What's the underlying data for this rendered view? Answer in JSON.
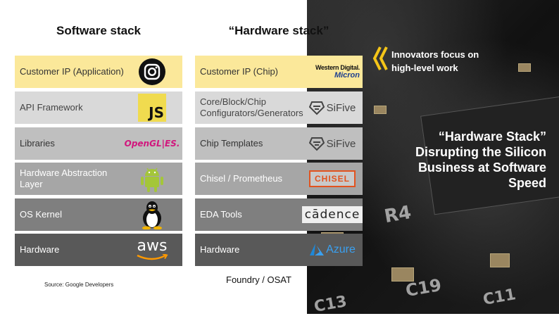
{
  "software": {
    "title": "Software stack",
    "rows": [
      {
        "label": "Customer IP (Application)",
        "logo": "instagram-icon"
      },
      {
        "label": "API Framework",
        "logo": "javascript-logo",
        "logo_text": "JS"
      },
      {
        "label": "Libraries",
        "logo": "opengl-es-logo",
        "logo_text": "OpenGL|ES."
      },
      {
        "label": "Hardware Abstraction Layer",
        "logo": "android-icon"
      },
      {
        "label": "OS Kernel",
        "logo": "linux-tux-icon"
      },
      {
        "label": "Hardware",
        "logo": "aws-logo",
        "logo_text": "aws"
      }
    ],
    "source": "Source: Google Developers"
  },
  "hardware": {
    "title": "“Hardware stack”",
    "rows": [
      {
        "label": "Customer IP (Chip)",
        "logo": "western-digital-micron-logo",
        "logo_text_1": "Western Digital.",
        "logo_text_2": "Micron"
      },
      {
        "label": "Core/Block/Chip Configurators/Generators",
        "logo": "sifive-logo",
        "logo_text": "SiFive"
      },
      {
        "label": "Chip Templates",
        "logo": "sifive-logo",
        "logo_text": "SiFive"
      },
      {
        "label": "Chisel / Prometheus",
        "logo": "chisel-logo",
        "logo_text": "CHISEL"
      },
      {
        "label": "EDA Tools",
        "logo": "cadence-logo",
        "logo_text": "cādence"
      },
      {
        "label": "Hardware",
        "logo": "azure-logo",
        "logo_text": "Azure"
      }
    ],
    "footer": "Foundry / OSAT"
  },
  "callout": {
    "line1": "Innovators focus on",
    "line2": "high-level work"
  },
  "headline": {
    "line1": "“Hardware Stack”",
    "line2": "Disrupting the Silicon",
    "line3": "Business at Software",
    "line4": "Speed"
  },
  "photo_labels": [
    "R4",
    "C19",
    "C13",
    "C11"
  ],
  "colors": {
    "highlight": "#fbe89a",
    "chevron": "#f5c518",
    "chisel": "#e2531f",
    "azure": "#1e88d8",
    "sifive": "#444444",
    "opengl": "#d1177d"
  }
}
